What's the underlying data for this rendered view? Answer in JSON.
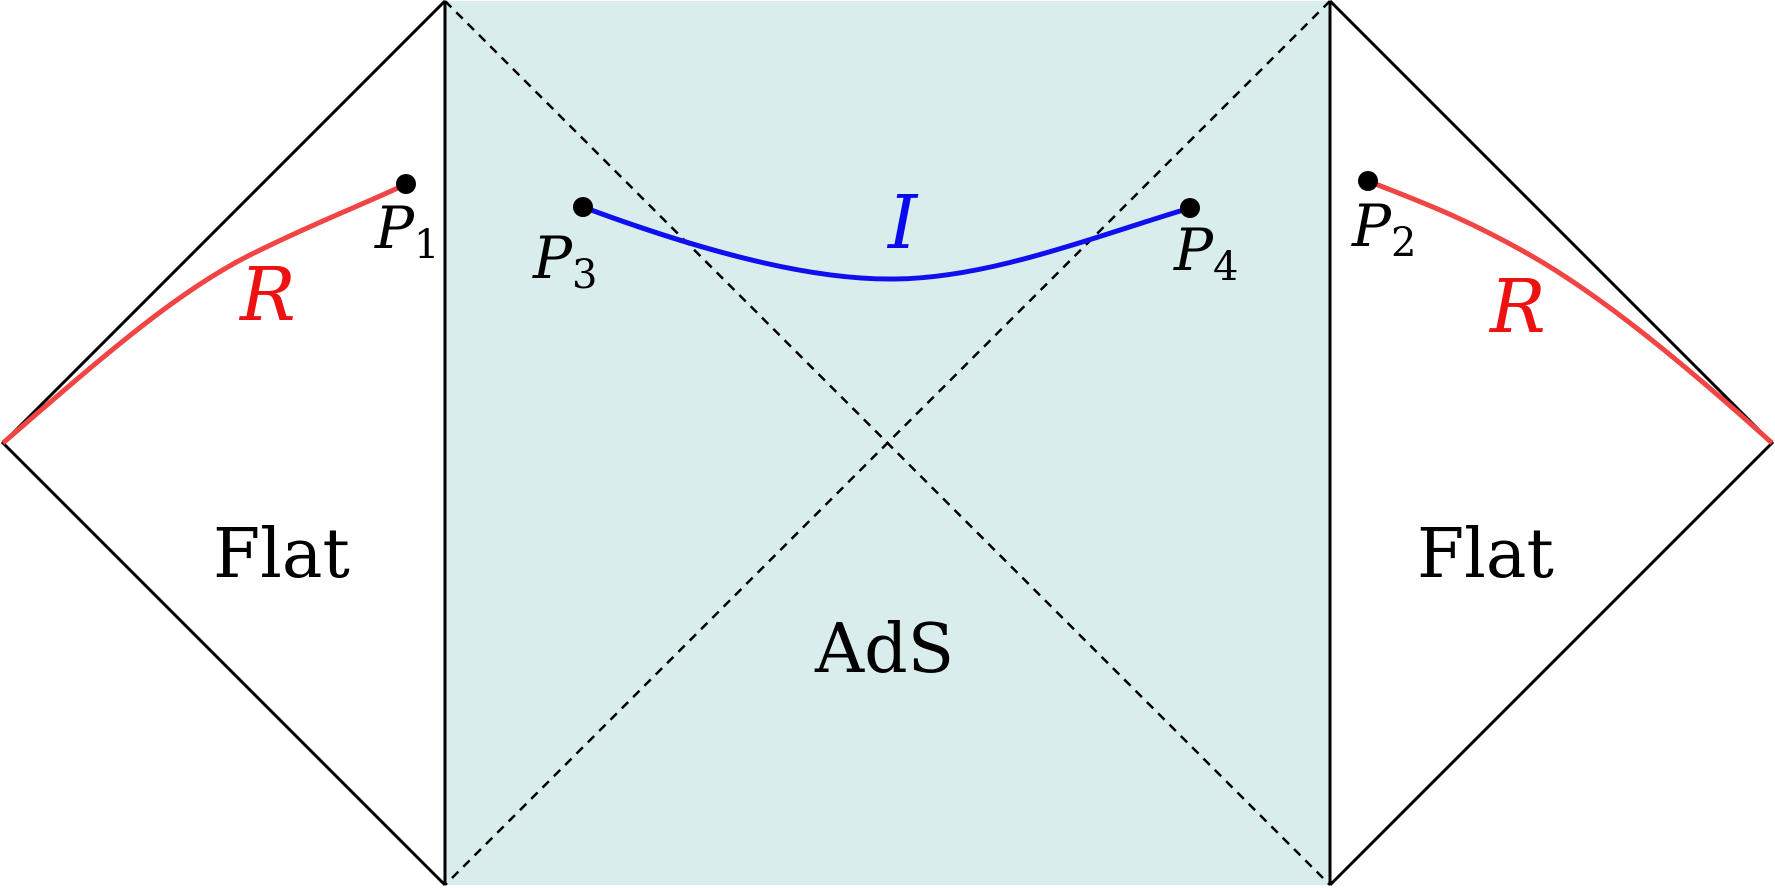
{
  "regions": {
    "left_flat": "Flat",
    "right_flat": "Flat",
    "center": "AdS"
  },
  "points": {
    "p1": {
      "letter": "P",
      "sub": "1"
    },
    "p2": {
      "letter": "P",
      "sub": "2"
    },
    "p3": {
      "letter": "P",
      "sub": "3"
    },
    "p4": {
      "letter": "P",
      "sub": "4"
    }
  },
  "curves": {
    "left_R": "R",
    "right_R": "R",
    "island_I": "I"
  },
  "colors": {
    "ads_fill": "#daeded",
    "R_curve": "#f14444",
    "R_label": "#ee1111",
    "I_curve": "#1010ee",
    "I_label": "#0a0aee",
    "lines": "#000000"
  }
}
